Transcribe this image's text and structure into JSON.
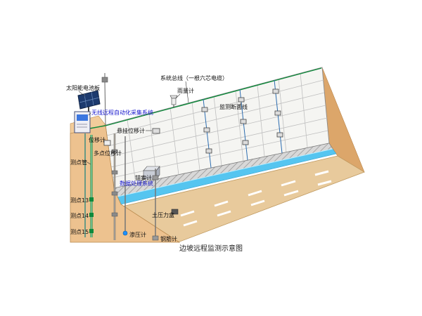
{
  "caption": "边坡远程监测示意图",
  "labels": {
    "solar_panel": "太阳能电池板",
    "system_bus": "系统总线（一根六芯电缆）",
    "rain_gauge": "雨量计",
    "monitoring_section": "监测断面线",
    "wireless_system": "无线远程自动化采集系统",
    "hanging_disp_meter": "悬挂位移计",
    "disp_meter": "位移计",
    "survey_tube": "测点管",
    "multipoint_disp_meter": "多点位移计",
    "data_processing": "数据处理系统",
    "anchor_cable_gauge": "锚索计",
    "point_13": "测点13",
    "point_14": "测点14",
    "point_15": "测点15",
    "earth_pressure_cell": "土压力盒",
    "piezometer": "渗压计",
    "rebar_gauge": "钢筋计"
  },
  "colors": {
    "soil": "#EDC28F",
    "soil_dark": "#DCA66A",
    "slope_face": "#F5F5F2",
    "road": "#E8CA9C",
    "ditch_blue": "#55C5F0",
    "cable_green": "#0F8A3C",
    "cable_blue": "#2B6CB0",
    "label_blue": "#1414CC",
    "solar_blue": "#1C3A6E"
  }
}
